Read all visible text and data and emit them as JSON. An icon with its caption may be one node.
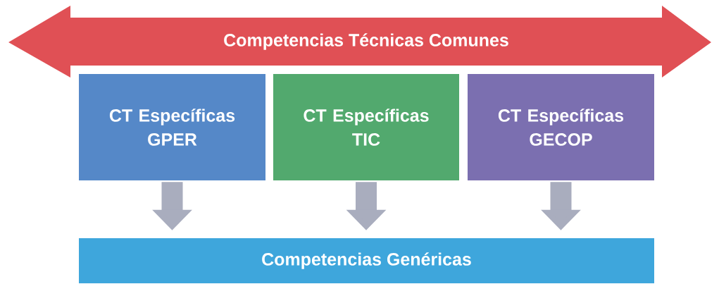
{
  "diagram": {
    "nodes": [
      {
        "text": [
          "Competencias Técnicas Comunes"
        ]
      },
      {
        "text": [
          "CT Específicas GPER"
        ]
      },
      {
        "text": [
          "CT Específicas TIC"
        ]
      },
      {
        "text": [
          "CT Específicas GECOP"
        ]
      },
      {
        "text": [
          "Competencias Genéricas"
        ]
      }
    ],
    "edges": [
      {
        "from": 1,
        "to": 4,
        "arrow": "to"
      },
      {
        "from": 2,
        "to": 4,
        "arrow": "to"
      },
      {
        "from": 3,
        "to": 4,
        "arrow": "to"
      }
    ]
  }
}
